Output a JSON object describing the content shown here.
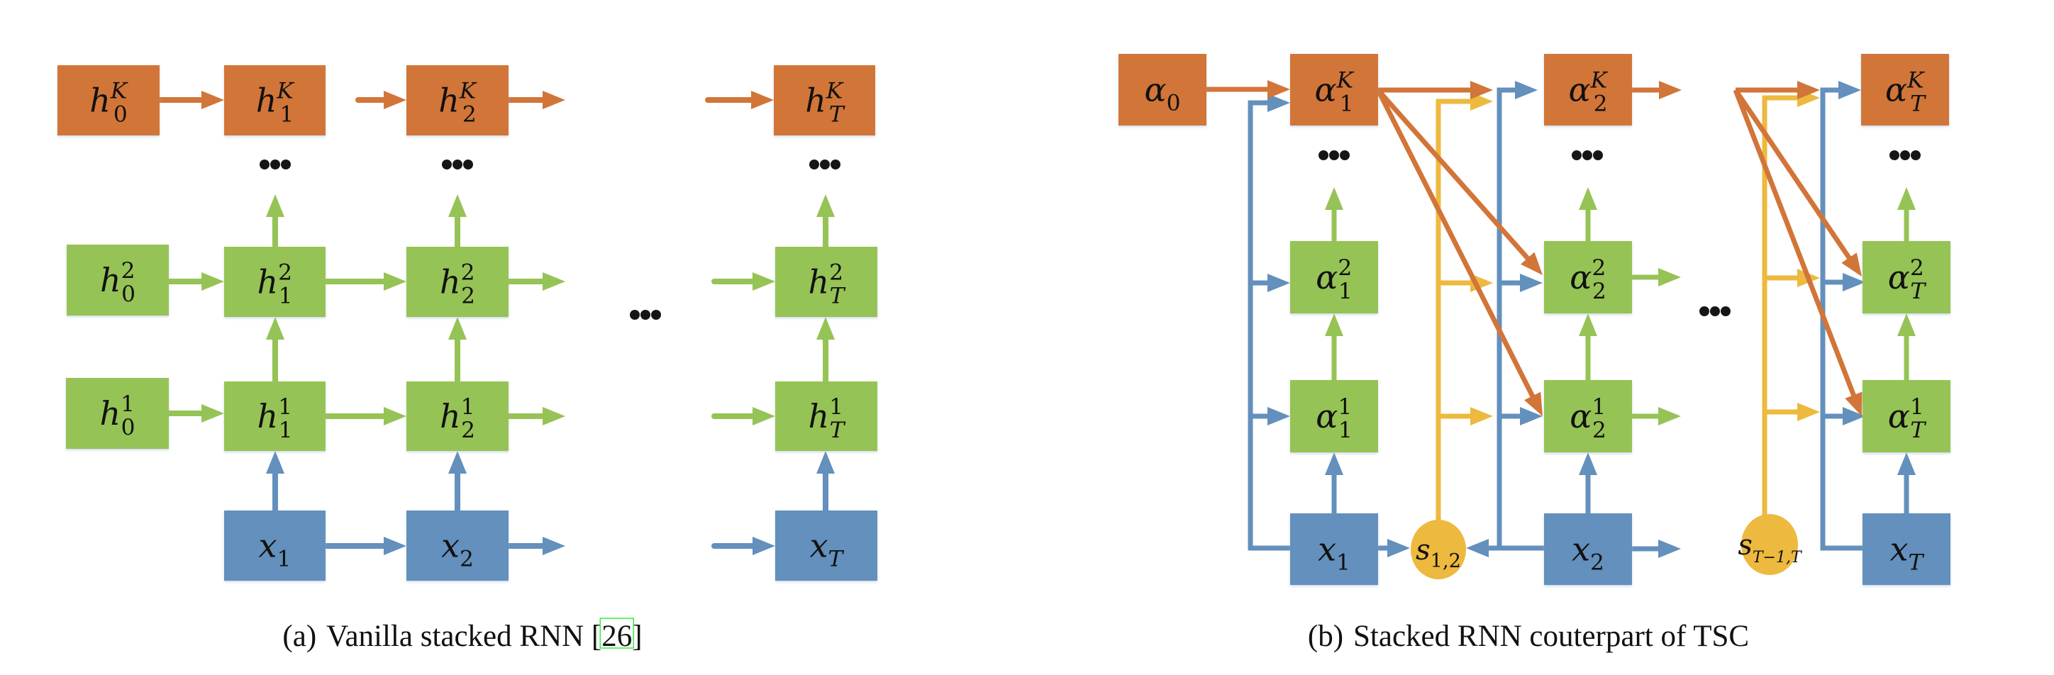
{
  "colors": {
    "orange": "#D27539",
    "green": "#96C355",
    "blue": "#6390BC",
    "yellow": "#EDB93E",
    "dots": "#161616"
  },
  "panels": [
    {
      "id": "a",
      "caption": {
        "label": "(a)",
        "text": "Vanilla stacked RNN [",
        "citation": "26",
        "close": "]"
      },
      "nodes": [
        {
          "id": "h0K",
          "base": "h",
          "sub": "0",
          "sup": "K",
          "color": "orange"
        },
        {
          "id": "h1K",
          "base": "h",
          "sub": "1",
          "sup": "K",
          "color": "orange"
        },
        {
          "id": "h2K",
          "base": "h",
          "sub": "2",
          "sup": "K",
          "color": "orange"
        },
        {
          "id": "hTK",
          "base": "h",
          "sub": "T",
          "sup": "K",
          "color": "orange"
        },
        {
          "id": "h02",
          "base": "h",
          "sub": "0",
          "sup": "2",
          "color": "green"
        },
        {
          "id": "h12",
          "base": "h",
          "sub": "1",
          "sup": "2",
          "color": "green"
        },
        {
          "id": "h22",
          "base": "h",
          "sub": "2",
          "sup": "2",
          "color": "green"
        },
        {
          "id": "hT2",
          "base": "h",
          "sub": "T",
          "sup": "2",
          "color": "green"
        },
        {
          "id": "h01",
          "base": "h",
          "sub": "0",
          "sup": "1",
          "color": "green"
        },
        {
          "id": "h11",
          "base": "h",
          "sub": "1",
          "sup": "1",
          "color": "green"
        },
        {
          "id": "h21",
          "base": "h",
          "sub": "2",
          "sup": "1",
          "color": "green"
        },
        {
          "id": "hT1",
          "base": "h",
          "sub": "T",
          "sup": "1",
          "color": "green"
        },
        {
          "id": "x1",
          "base": "x",
          "sub": "1",
          "sup": "",
          "color": "blue"
        },
        {
          "id": "x2",
          "base": "x",
          "sub": "2",
          "sup": "",
          "color": "blue"
        },
        {
          "id": "xT",
          "base": "x",
          "sub": "T",
          "sup": "",
          "color": "blue"
        }
      ]
    },
    {
      "id": "b",
      "caption": {
        "label": "(b)",
        "text": "Stacked RNN couterpart of TSC"
      },
      "nodes": [
        {
          "id": "a0",
          "base": "α",
          "sub": "0",
          "sup": "",
          "color": "orange"
        },
        {
          "id": "a1K",
          "base": "α",
          "sub": "1",
          "sup": "K",
          "color": "orange"
        },
        {
          "id": "a2K",
          "base": "α",
          "sub": "2",
          "sup": "K",
          "color": "orange"
        },
        {
          "id": "aTK",
          "base": "α",
          "sub": "T",
          "sup": "K",
          "color": "orange"
        },
        {
          "id": "a12",
          "base": "α",
          "sub": "1",
          "sup": "2",
          "color": "green"
        },
        {
          "id": "a22",
          "base": "α",
          "sub": "2",
          "sup": "2",
          "color": "green"
        },
        {
          "id": "aT2",
          "base": "α",
          "sub": "T",
          "sup": "2",
          "color": "green"
        },
        {
          "id": "a11",
          "base": "α",
          "sub": "1",
          "sup": "1",
          "color": "green"
        },
        {
          "id": "a21",
          "base": "α",
          "sub": "2",
          "sup": "1",
          "color": "green"
        },
        {
          "id": "aT1",
          "base": "α",
          "sub": "T",
          "sup": "1",
          "color": "green"
        },
        {
          "id": "bx1",
          "base": "x",
          "sub": "1",
          "sup": "",
          "color": "blue"
        },
        {
          "id": "bx2",
          "base": "x",
          "sub": "2",
          "sup": "",
          "color": "blue"
        },
        {
          "id": "bxT",
          "base": "x",
          "sub": "T",
          "sup": "",
          "color": "blue"
        },
        {
          "id": "s12",
          "base": "s",
          "sub": "1,2",
          "sup": "",
          "color": "yellow",
          "shape": "circle"
        },
        {
          "id": "sT",
          "base": "s",
          "sub": "T−1,T",
          "sup": "",
          "color": "yellow",
          "shape": "circle"
        }
      ]
    }
  ],
  "ellipsis_glyph": "•••"
}
